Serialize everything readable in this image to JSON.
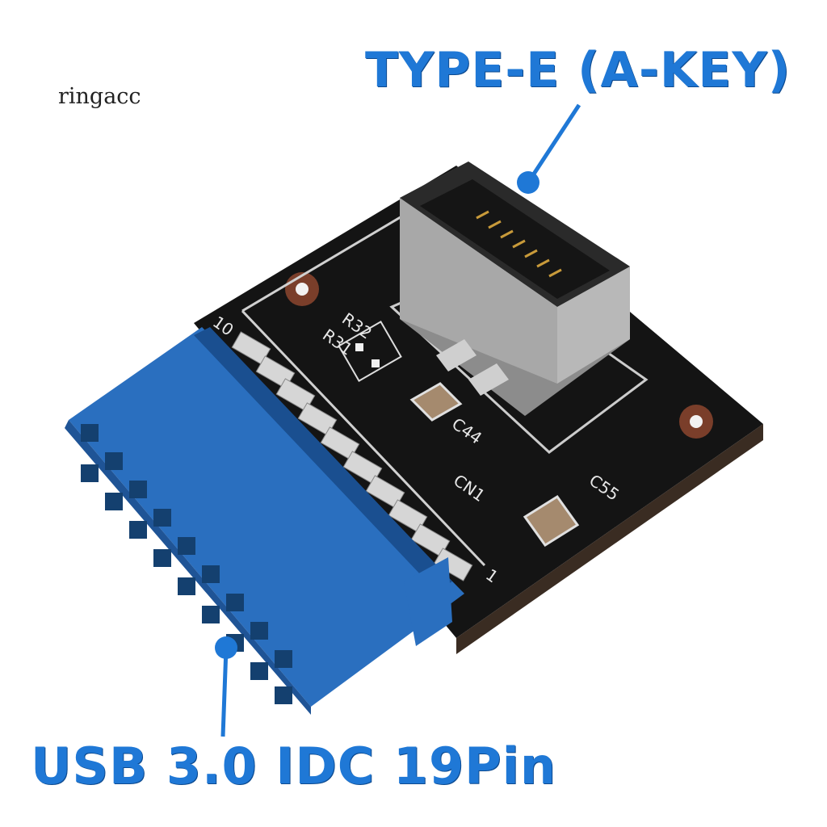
{
  "watermark": "ringacc",
  "callouts": {
    "top": "TYPE-E (A-KEY)",
    "bottom": "USB 3.0 IDC 19Pin"
  },
  "silkscreen": {
    "pin_high": "10",
    "pin_low": "1",
    "r32": "R32",
    "r31": "R31",
    "c44": "C44",
    "cn1": "CN1",
    "c55": "C55"
  },
  "colors": {
    "callout_blue": "#1f78d6",
    "pcb_black": "#141414",
    "header_blue": "#2a6fbf"
  }
}
